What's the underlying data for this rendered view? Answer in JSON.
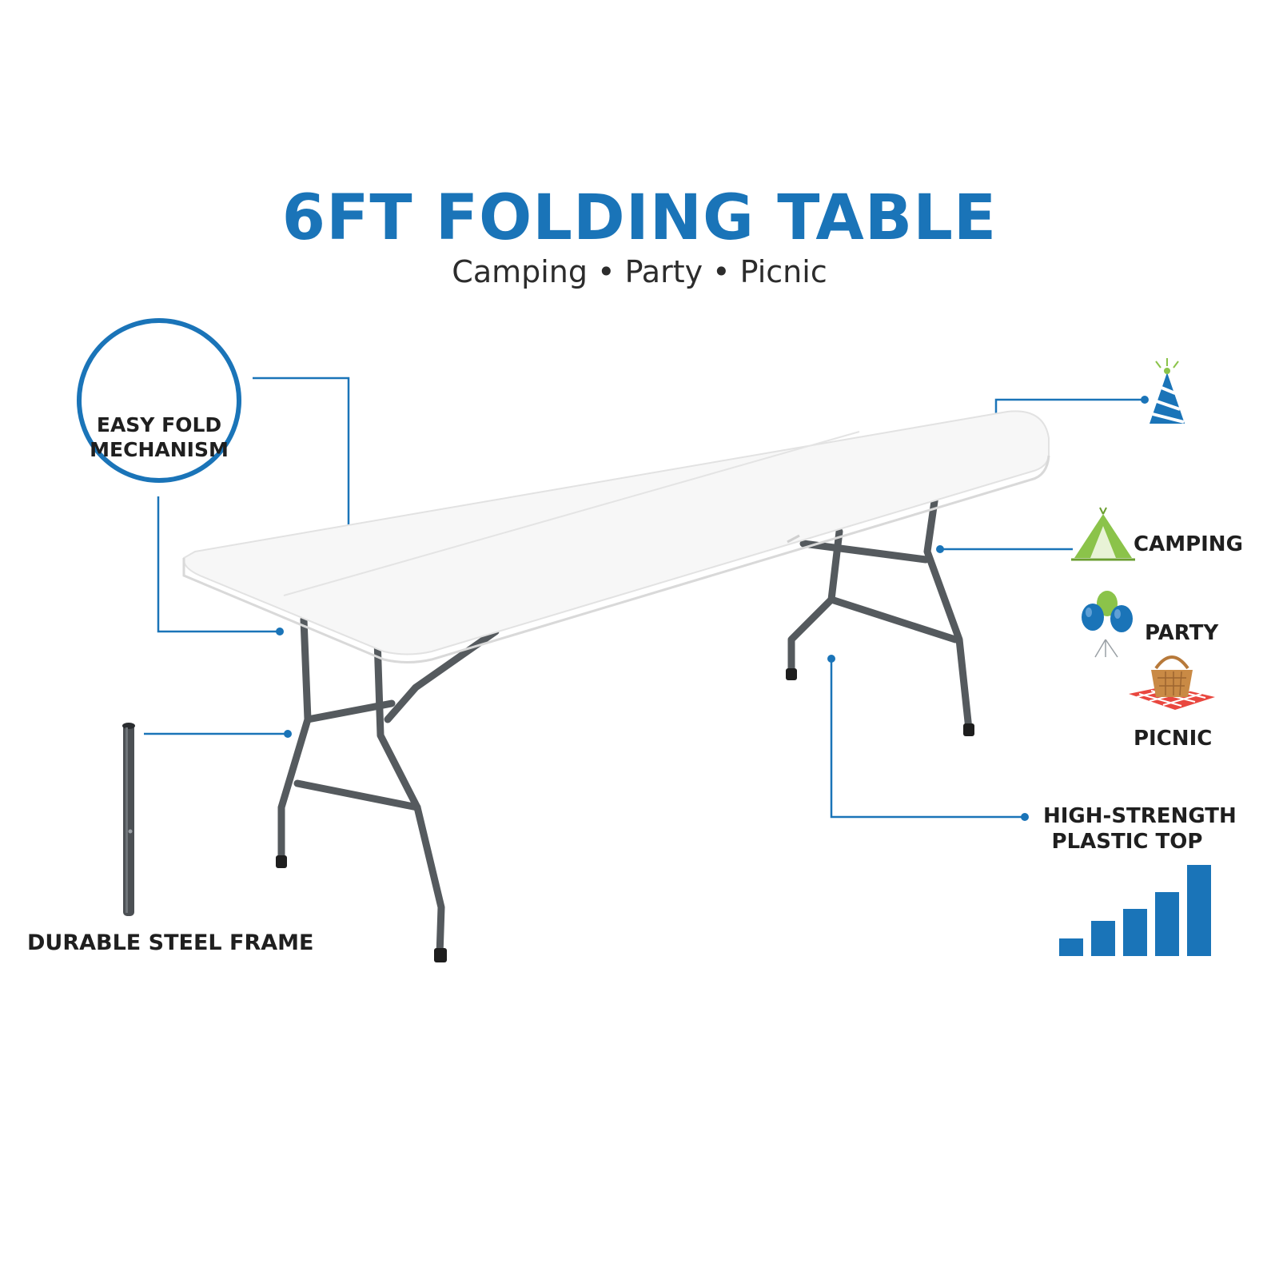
{
  "header": {
    "title": "6FT FOLDING TABLE",
    "subtitle": "Camping • Party • Picnic"
  },
  "features": {
    "easy_fold": [
      "EASY FOLD",
      "MECHANISM"
    ],
    "steel_frame": "DURABLE STEEL FRAME",
    "plastic_top": [
      "HIGH-STRENGTH",
      "PLASTIC TOP"
    ]
  },
  "uses": {
    "camping": "CAMPING",
    "party": "PARTY",
    "picnic": "PICNIC"
  },
  "icons": {
    "easy_fold": "gears-icon",
    "steel_frame": "steel-tube-icon",
    "party_hat": "party-hat-icon",
    "camping": "tent-icon",
    "party": "balloons-icon",
    "picnic": "picnic-basket-icon",
    "strength": "strength-bars-icon"
  },
  "colors": {
    "accent": "#1a74b8",
    "text": "#1f1f1f",
    "frame": "#555a5e",
    "tabletop": "#f6f6f6"
  }
}
